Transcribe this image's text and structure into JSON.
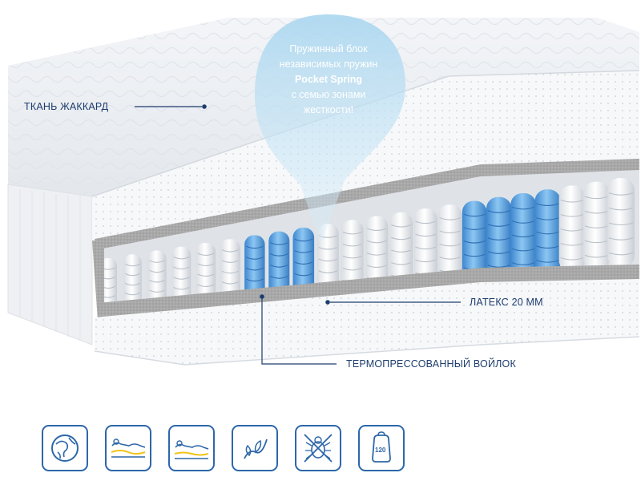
{
  "callouts": {
    "fabric": "ТКАНЬ ЖАККАРД",
    "latex": "ЛАТЕКС 20 ММ",
    "felt": "ТЕРМОПРЕССОВАННЫЙ ВОЙЛОК"
  },
  "bubble": {
    "line1": "Пружинный блок",
    "line2": "независимых пружин",
    "line3": "Pocket Spring",
    "line4": "с семью зонами",
    "line5": "жесткости!"
  },
  "feature_icons": [
    {
      "icon": "hypoallergenic-globe-icon"
    },
    {
      "icon": "body-support-icon"
    },
    {
      "icon": "orthopedic-support-icon"
    },
    {
      "icon": "natural-materials-icon"
    },
    {
      "icon": "no-dust-mites-icon"
    },
    {
      "icon": "max-load-icon",
      "value": "120"
    }
  ],
  "colors": {
    "accent": "#2d67a9",
    "label_text": "#1d3d6e",
    "spring_blue": "#5aa5e3",
    "bubble": "#bfe0f2"
  }
}
